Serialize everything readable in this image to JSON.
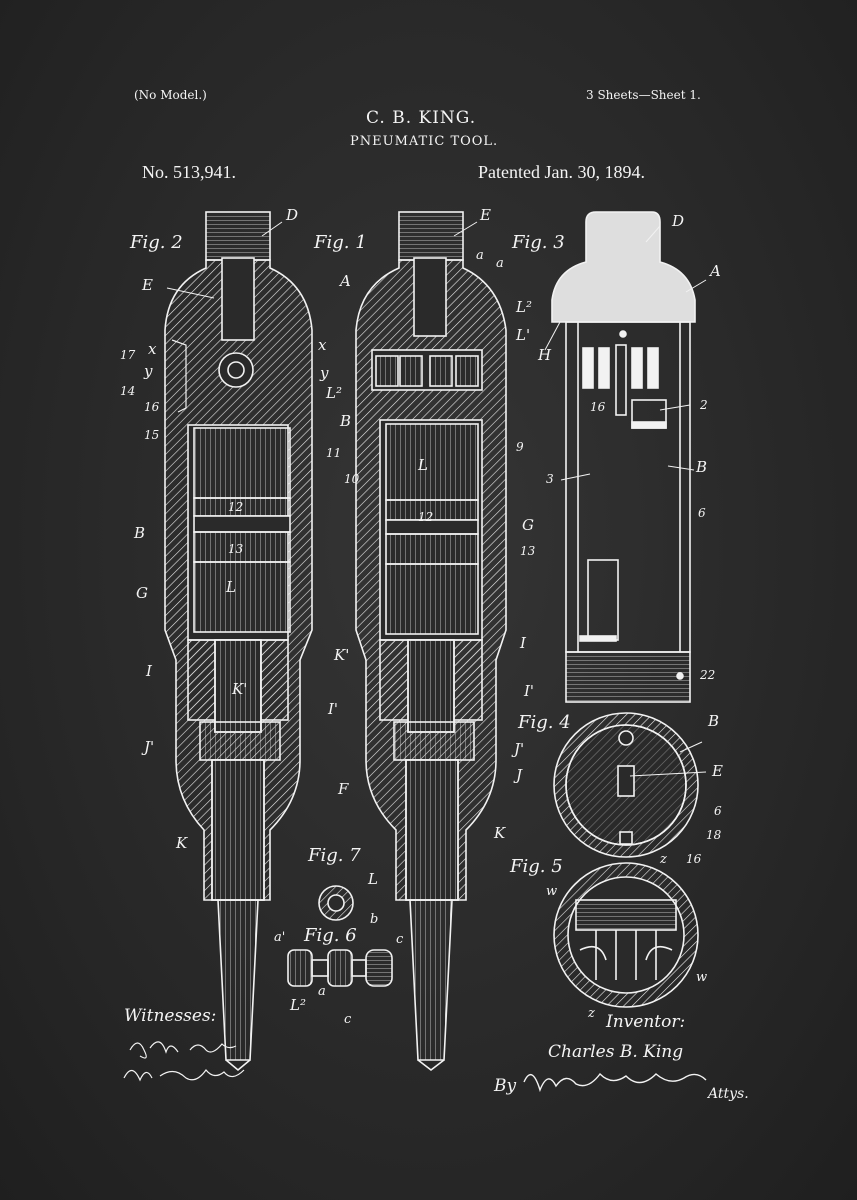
{
  "header": {
    "model_note": "(No Model.)",
    "sheets": "3 Sheets—Sheet 1.",
    "inventor_name": "C. B. KING.",
    "title": "PNEUMATIC TOOL.",
    "patent_number": "No. 513,941.",
    "patent_date": "Patented Jan. 30, 1894."
  },
  "figures": {
    "fig1": "Fig. 1",
    "fig2": "Fig. 2",
    "fig3": "Fig. 3",
    "fig4": "Fig. 4",
    "fig5": "Fig. 5",
    "fig6": "Fig. 6",
    "fig7": "Fig. 7"
  },
  "labels": {
    "fig2": [
      "D",
      "E",
      "x",
      "x",
      "17",
      "y",
      "y",
      "14",
      "16",
      "15",
      "L²",
      "11",
      "12",
      "13",
      "L",
      "B",
      "G",
      "I",
      "K'",
      "I'",
      "J'",
      "K"
    ],
    "fig1": [
      "E",
      "a",
      "a",
      "A",
      "L²",
      "L'",
      "B",
      "9",
      "L",
      "10",
      "12",
      "G",
      "13",
      "K'",
      "I",
      "I'",
      "J'",
      "J",
      "F",
      "K"
    ],
    "fig3": [
      "D",
      "A",
      "H",
      "2",
      "16",
      "3",
      "B",
      "6",
      "22"
    ],
    "fig4": [
      "B",
      "E",
      "6",
      "18"
    ],
    "fig5": [
      "z",
      "16",
      "w",
      "w",
      "z"
    ],
    "fig6": [
      "a'",
      "b",
      "c",
      "a",
      "L²",
      "c"
    ],
    "fig7": [
      "L"
    ]
  },
  "footer": {
    "witnesses_label": "Witnesses:",
    "inventor_label": "Inventor:",
    "inventor_signature": "Charles B. King",
    "by": "By",
    "attys": "Attys."
  },
  "colors": {
    "background": "#2a2a2a",
    "ink": "#f2f2f2"
  }
}
